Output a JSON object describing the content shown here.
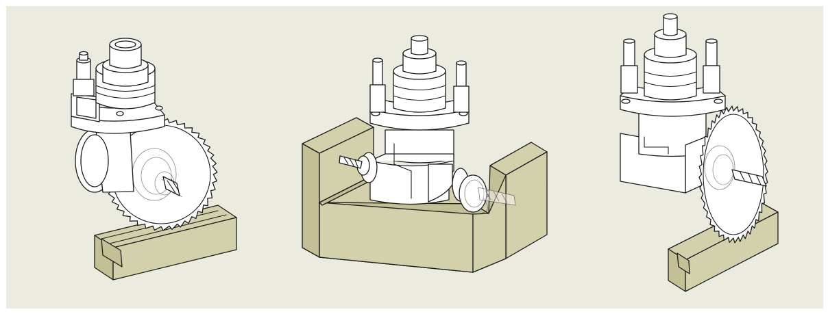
{
  "colors": {
    "page_background": "#ffffff",
    "panel_background": "#ecebe0",
    "workpiece_fill": "#d3d0ac",
    "workpiece_side_fill": "#c4c095",
    "part_fill": "#ffffff",
    "outline": "#1a1a1a",
    "ghost_fill": "#e8e6d4"
  },
  "illustrations": [
    {
      "id": "angle-head-with-saw-blade",
      "tool": "circular-saw-blade",
      "workpiece": "slotted-bar"
    },
    {
      "id": "double-angle-head-with-end-mills",
      "tool": "end-mill-pair",
      "workpiece": "u-channel-block"
    },
    {
      "id": "angle-head-with-saw-and-end-mill",
      "tool": "circular-saw-blade",
      "workpiece": "slotted-bar"
    }
  ]
}
